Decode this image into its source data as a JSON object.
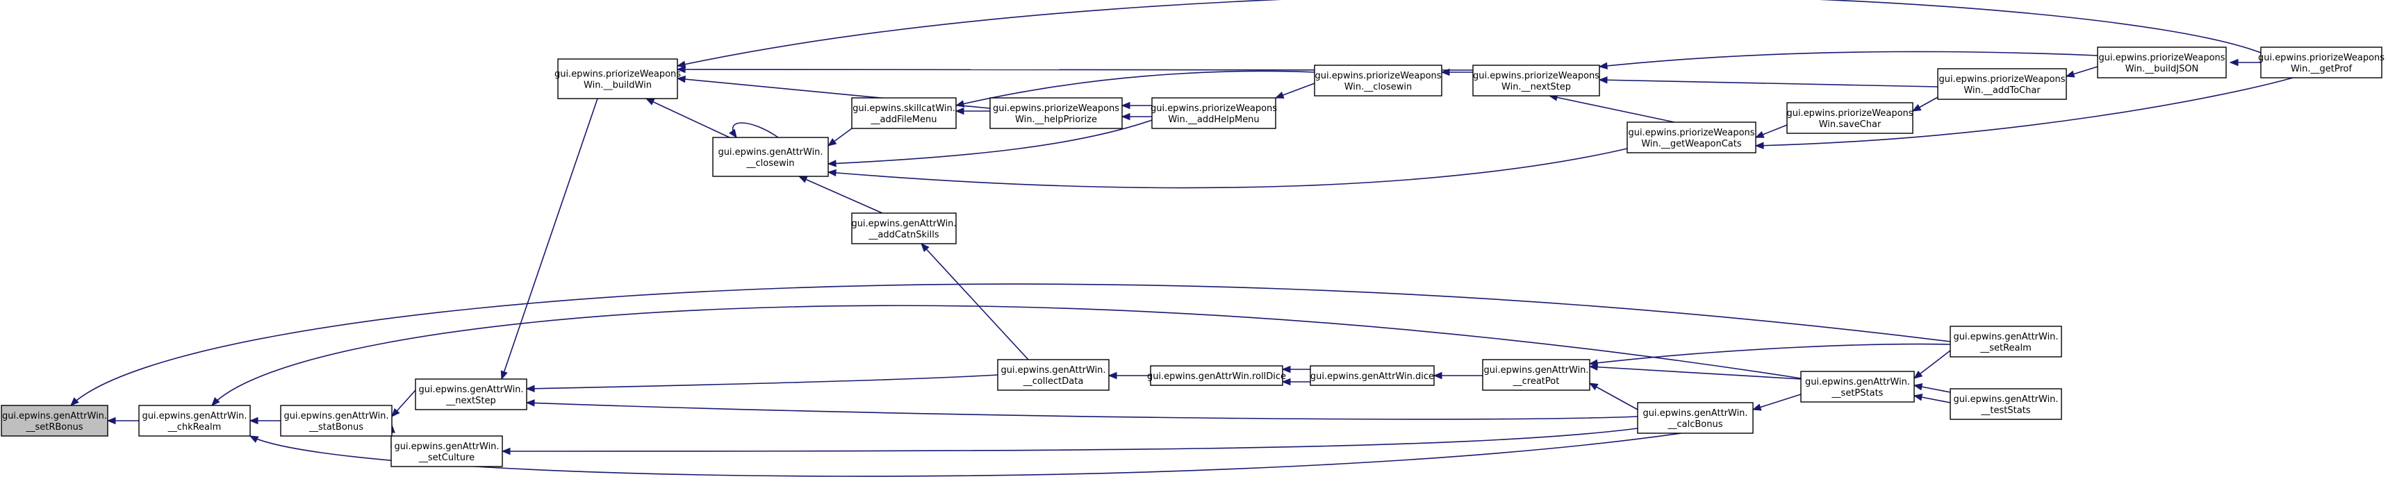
{
  "colors": {
    "node_fill": "#ffffff",
    "focus_fill": "#bfbfbf",
    "node_stroke": "#000000",
    "edge": "#191970"
  },
  "nodes": [
    {
      "id": "setRBonus",
      "lines": [
        "gui.epwins.genAttrWin.",
        "__setRBonus"
      ],
      "focus": true
    },
    {
      "id": "chkRealm",
      "lines": [
        "gui.epwins.genAttrWin.",
        "__chkRealm"
      ]
    },
    {
      "id": "statBonus",
      "lines": [
        "gui.epwins.genAttrWin.",
        "__statBonus"
      ]
    },
    {
      "id": "nextStep",
      "lines": [
        "gui.epwins.genAttrWin.",
        "__nextStep"
      ]
    },
    {
      "id": "setCulture",
      "lines": [
        "gui.epwins.genAttrWin.",
        "__setCulture"
      ]
    },
    {
      "id": "buildWin",
      "lines": [
        "gui.epwins.priorizeWeapons",
        "Win.__buildWin"
      ]
    },
    {
      "id": "closewin",
      "lines": [
        "gui.epwins.genAttrWin.",
        "__closewin"
      ]
    },
    {
      "id": "addFileMenu",
      "lines": [
        "gui.epwins.skillcatWin.",
        "__addFileMenu"
      ]
    },
    {
      "id": "helpPriorize",
      "lines": [
        "gui.epwins.priorizeWeapons",
        "Win.__helpPriorize"
      ]
    },
    {
      "id": "addHelpMenu",
      "lines": [
        "gui.epwins.priorizeWeapons",
        "Win.__addHelpMenu"
      ]
    },
    {
      "id": "pwClosewin",
      "lines": [
        "gui.epwins.priorizeWeapons",
        "Win.__closewin"
      ]
    },
    {
      "id": "pwNextStep",
      "lines": [
        "gui.epwins.priorizeWeapons",
        "Win.__nextStep"
      ]
    },
    {
      "id": "addCatnSkills",
      "lines": [
        "gui.epwins.genAttrWin.",
        "__addCatnSkills"
      ]
    },
    {
      "id": "collectData",
      "lines": [
        "gui.epwins.genAttrWin.",
        "__collectData"
      ]
    },
    {
      "id": "rollDice",
      "lines": [
        "gui.epwins.genAttrWin.rollDice"
      ]
    },
    {
      "id": "dice",
      "lines": [
        "gui.epwins.genAttrWin.dice"
      ]
    },
    {
      "id": "creatPot",
      "lines": [
        "gui.epwins.genAttrWin.",
        "__creatPot"
      ]
    },
    {
      "id": "calcBonus",
      "lines": [
        "gui.epwins.genAttrWin.",
        "__calcBonus"
      ]
    },
    {
      "id": "setPStats",
      "lines": [
        "gui.epwins.genAttrWin.",
        "__setPStats"
      ]
    },
    {
      "id": "setRealm",
      "lines": [
        "gui.epwins.genAttrWin.",
        "__setRealm"
      ]
    },
    {
      "id": "testStats",
      "lines": [
        "gui.epwins.genAttrWin.",
        "__testStats"
      ]
    },
    {
      "id": "getWeaponCats",
      "lines": [
        "gui.epwins.priorizeWeapons",
        "Win.__getWeaponCats"
      ]
    },
    {
      "id": "saveChar",
      "lines": [
        "gui.epwins.priorizeWeapons",
        "Win.saveChar"
      ]
    },
    {
      "id": "addToChar",
      "lines": [
        "gui.epwins.priorizeWeapons",
        "Win.__addToChar"
      ]
    },
    {
      "id": "buildJSON",
      "lines": [
        "gui.epwins.priorizeWeapons",
        "Win.__buildJSON"
      ]
    },
    {
      "id": "getProf",
      "lines": [
        "gui.epwins.priorizeWeapons",
        "Win.__getProf"
      ]
    }
  ],
  "edges": [
    {
      "from": "chkRealm",
      "to": "setRBonus"
    },
    {
      "from": "setRealm",
      "to": "setRBonus"
    },
    {
      "from": "statBonus",
      "to": "chkRealm"
    },
    {
      "from": "setPStats",
      "to": "chkRealm"
    },
    {
      "from": "calcBonus",
      "to": "chkRealm"
    },
    {
      "from": "nextStep",
      "to": "statBonus"
    },
    {
      "from": "setCulture",
      "to": "statBonus"
    },
    {
      "from": "buildWin",
      "to": "nextStep"
    },
    {
      "from": "calcBonus",
      "to": "setCulture"
    },
    {
      "from": "closewin",
      "to": "buildWin"
    },
    {
      "from": "helpPriorize",
      "to": "buildWin"
    },
    {
      "from": "getProf",
      "to": "buildWin"
    },
    {
      "from": "pwNextStep",
      "to": "buildWin"
    },
    {
      "from": "closewin",
      "to": "closewin"
    },
    {
      "from": "addFileMenu",
      "to": "closewin"
    },
    {
      "from": "addCatnSkills",
      "to": "closewin"
    },
    {
      "from": "getWeaponCats",
      "to": "closewin"
    },
    {
      "from": "helpPriorize",
      "to": "addFileMenu"
    },
    {
      "from": "addHelpMenu",
      "to": "helpPriorize"
    },
    {
      "from": "closewin",
      "to": "addHelpMenu"
    },
    {
      "from": "addFileMenu",
      "to": "pwClosewin"
    },
    {
      "from": "helpPriorize",
      "to": "addHelpMenu"
    },
    {
      "from": "pwClosewin",
      "to": "addHelpMenu"
    },
    {
      "from": "pwNextStep",
      "to": "pwClosewin"
    },
    {
      "from": "getWeaponCats",
      "to": "pwNextStep"
    },
    {
      "from": "addToChar",
      "to": "pwNextStep"
    },
    {
      "from": "buildJSON",
      "to": "pwNextStep"
    },
    {
      "from": "collectData",
      "to": "addCatnSkills"
    },
    {
      "from": "rollDice",
      "to": "collectData"
    },
    {
      "from": "nextStep",
      "to": "collectData"
    },
    {
      "from": "dice",
      "to": "rollDice"
    },
    {
      "from": "rollDice",
      "to": "dice"
    },
    {
      "from": "creatPot",
      "to": "dice"
    },
    {
      "from": "setPStats",
      "to": "creatPot"
    },
    {
      "from": "setRealm",
      "to": "creatPot"
    },
    {
      "from": "calcBonus",
      "to": "creatPot"
    },
    {
      "from": "setPStats",
      "to": "calcBonus"
    },
    {
      "from": "nextStep",
      "to": "calcBonus"
    },
    {
      "from": "setRealm",
      "to": "setPStats"
    },
    {
      "from": "testStats",
      "to": "setPStats"
    },
    {
      "from": "setPStats",
      "to": "testStats"
    },
    {
      "from": "saveChar",
      "to": "getWeaponCats"
    },
    {
      "from": "getProf",
      "to": "getWeaponCats"
    },
    {
      "from": "addToChar",
      "to": "saveChar"
    },
    {
      "from": "buildJSON",
      "to": "addToChar"
    },
    {
      "from": "getProf",
      "to": "buildJSON"
    }
  ]
}
